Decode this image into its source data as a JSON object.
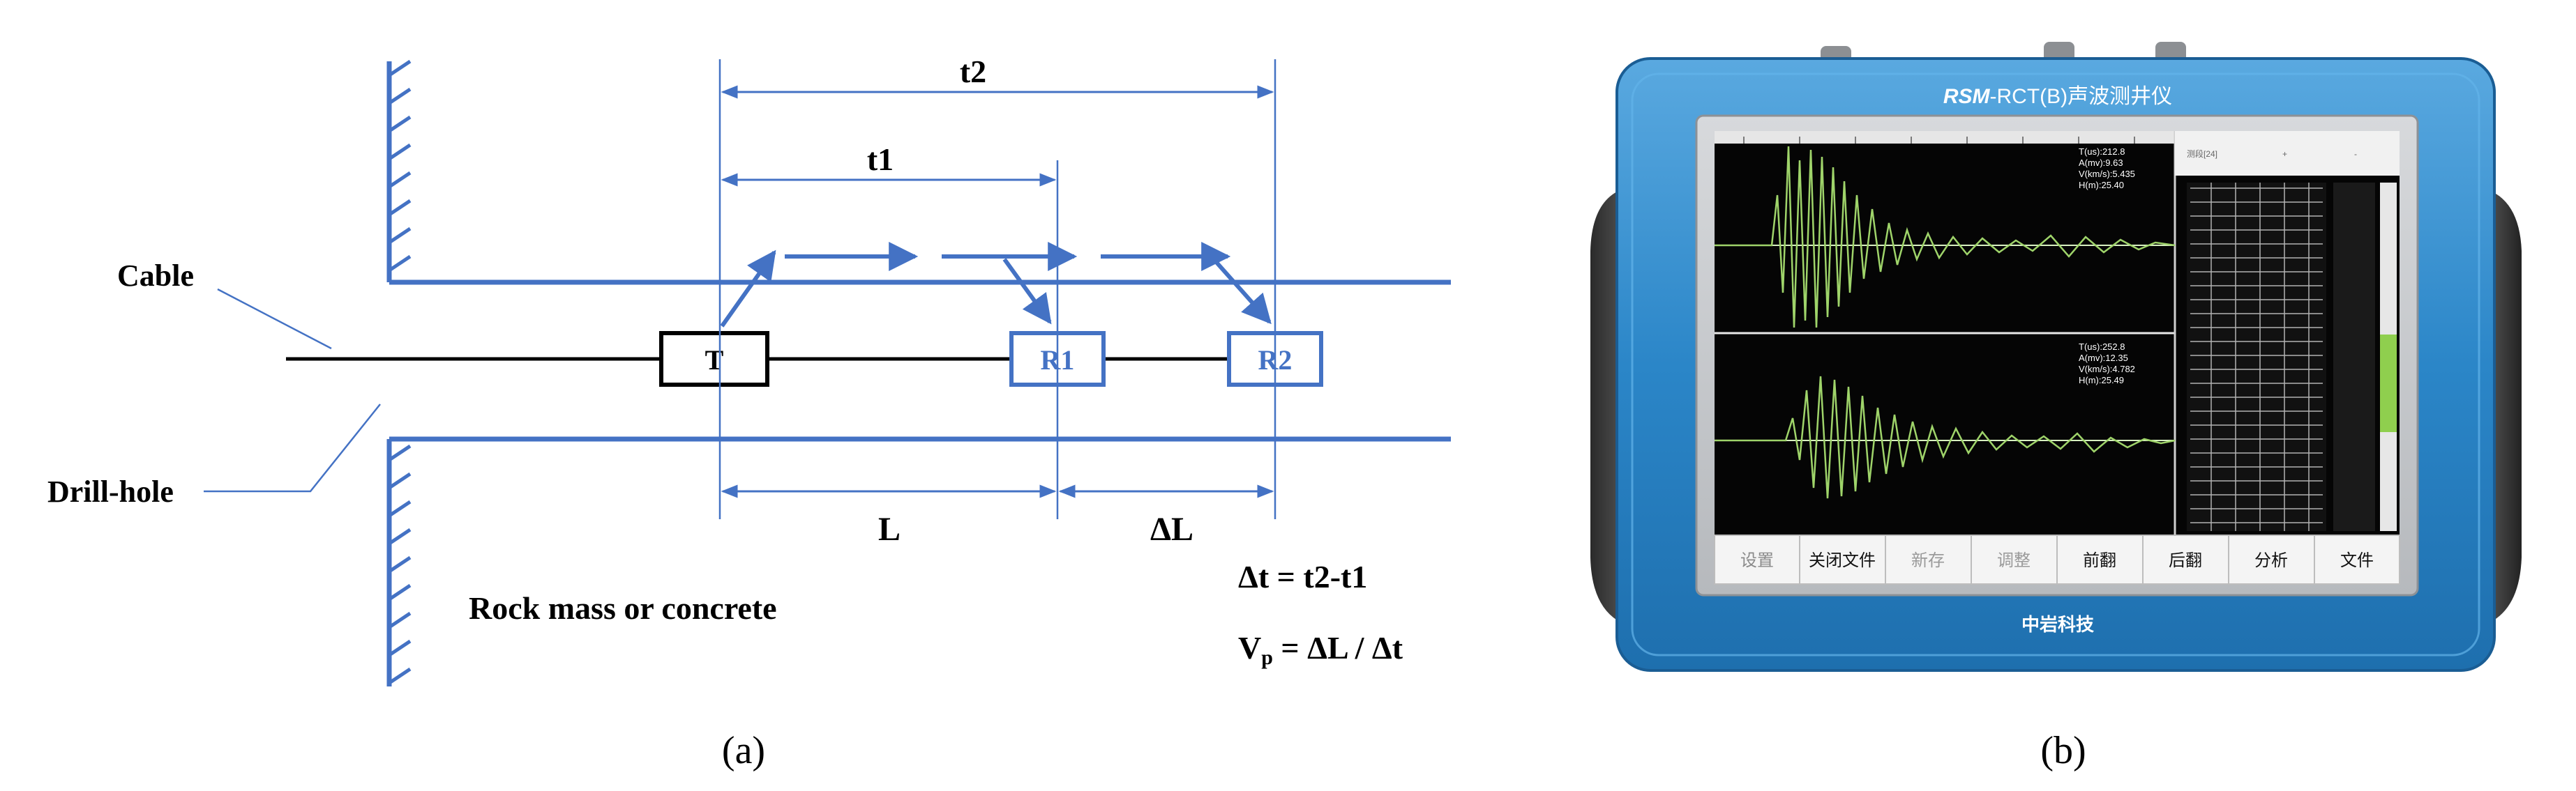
{
  "panel_a": {
    "labels": {
      "t2": "t2",
      "t1": "t1",
      "cable": "Cable",
      "drill_hole": "Drill-hole",
      "transmitter": "T",
      "receiver1": "R1",
      "receiver2": "R2",
      "L": "L",
      "delta_L": "ΔL",
      "rock_mass": "Rock mass or concrete",
      "eq_delta_t": "Δt = t2-t1",
      "eq_vp_main": "V",
      "eq_vp_sub": "p",
      "eq_vp_rest": " = ΔL / Δt"
    },
    "caption": "(a)"
  },
  "panel_b": {
    "device_title_brand": "RSM",
    "device_title": "-RCT(B)声波测井仪",
    "brand_logo": "中岩科技",
    "readout_top": [
      "T(us):212.8",
      "A(mv):9.63",
      "V(km/s):5.435",
      "H(m):25.40"
    ],
    "readout_bottom": [
      "T(us):252.8",
      "A(mv):12.35",
      "V(km/s):4.782",
      "H(m):25.49"
    ],
    "side_tab_labels": [
      "测段[24]",
      "+",
      "-"
    ],
    "buttons": [
      "设置",
      "关闭文件",
      "新存",
      "调整",
      "前翻",
      "后翻",
      "分析",
      "文件"
    ],
    "caption": "(b)",
    "colors": {
      "case_blue": "#2b86c8",
      "screen_black": "#050505",
      "wave_green": "#9fd46a"
    }
  }
}
